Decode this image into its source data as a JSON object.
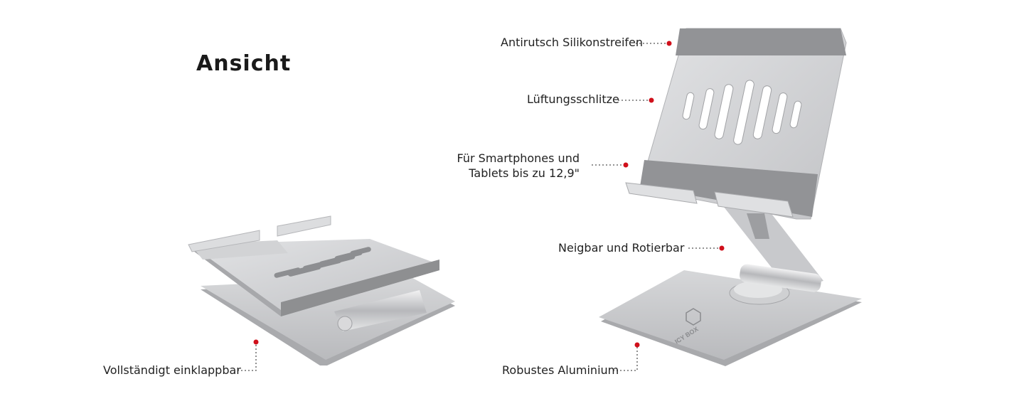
{
  "heading": "Ansicht",
  "callouts": {
    "non_slip": "Antirutsch Silikonstreifen",
    "vents": "Lüftungsschlitze",
    "devices_line1": "Für Smartphones und",
    "devices_line2": "Tablets bis zu 12,9\"",
    "tilt_rotate": "Neigbar und Rotierbar",
    "aluminium": "Robustes Aluminium",
    "foldable": "Vollständigt einklappbar"
  },
  "brand_logo": "ICY BOX",
  "colors": {
    "accent_dot": "#d0101b",
    "metal": "#c9cacc",
    "strip": "#8e8f91"
  }
}
